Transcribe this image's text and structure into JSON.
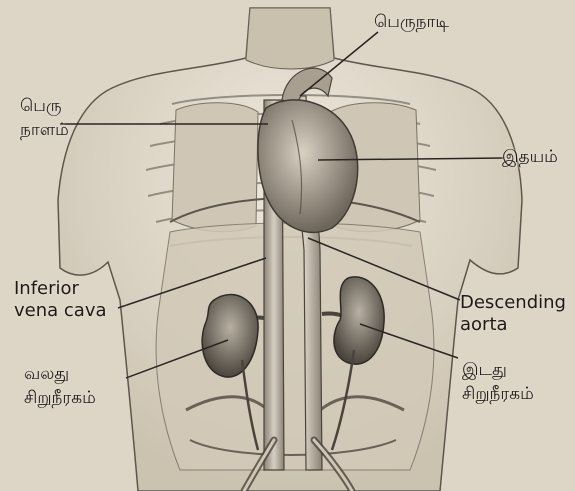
{
  "labels": {
    "aorta_ta": "பெருநாடி",
    "vena_ta_1": "பெரு",
    "vena_ta_2": "நாளம்",
    "heart_ta": "இதயம்",
    "ivc_1": "Inferior",
    "ivc_2": "vena cava",
    "desc_1": "Descending",
    "desc_2": "aorta",
    "right_kidney_1": "வலது",
    "right_kidney_2": "சிறுநீரகம்",
    "left_kidney_1": "இடது",
    "left_kidney_2": "சிறுநீரகம்"
  },
  "colors": {
    "paper": "#ddd6c7",
    "ink": "#1e1a16",
    "leader": "#2a2520"
  }
}
